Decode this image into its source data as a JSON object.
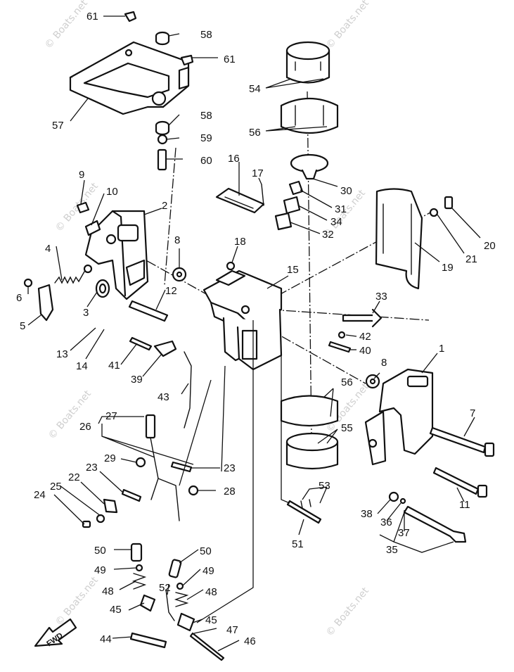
{
  "watermark": "© Boats.net",
  "fwd_label": "FWD",
  "callouts": [
    "1",
    "2",
    "3",
    "4",
    "5",
    "6",
    "7",
    "8",
    "9",
    "10",
    "11",
    "12",
    "13",
    "14",
    "15",
    "16",
    "17",
    "18",
    "19",
    "20",
    "21",
    "22",
    "23",
    "24",
    "25",
    "26",
    "27",
    "28",
    "29",
    "30",
    "31",
    "32",
    "33",
    "34",
    "35",
    "36",
    "37",
    "38",
    "39",
    "40",
    "41",
    "42",
    "43",
    "44",
    "45",
    "46",
    "47",
    "48",
    "49",
    "50",
    "51",
    "52",
    "53",
    "54",
    "55",
    "56",
    "57",
    "58",
    "59",
    "60",
    "61"
  ]
}
